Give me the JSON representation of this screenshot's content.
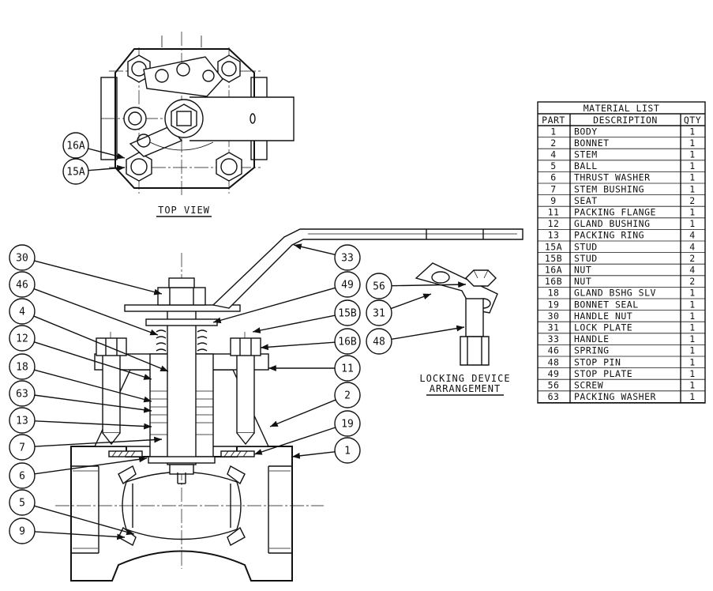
{
  "top_view_label": "TOP VIEW",
  "locking_label_line1": "LOCKING DEVICE",
  "locking_label_line2": "ARRANGEMENT",
  "material_list": {
    "title": "MATERIAL LIST",
    "headers": [
      "PART",
      "DESCRIPTION",
      "QTY"
    ],
    "rows": [
      {
        "part": "1",
        "desc": "BODY",
        "qty": "1"
      },
      {
        "part": "2",
        "desc": "BONNET",
        "qty": "1"
      },
      {
        "part": "4",
        "desc": "STEM",
        "qty": "1"
      },
      {
        "part": "5",
        "desc": "BALL",
        "qty": "1"
      },
      {
        "part": "6",
        "desc": "THRUST WASHER",
        "qty": "1"
      },
      {
        "part": "7",
        "desc": "STEM BUSHING",
        "qty": "1"
      },
      {
        "part": "9",
        "desc": "SEAT",
        "qty": "2"
      },
      {
        "part": "11",
        "desc": "PACKING FLANGE",
        "qty": "1"
      },
      {
        "part": "12",
        "desc": "GLAND BUSHING",
        "qty": "1"
      },
      {
        "part": "13",
        "desc": "PACKING RING",
        "qty": "4"
      },
      {
        "part": "15A",
        "desc": "STUD",
        "qty": "4"
      },
      {
        "part": "15B",
        "desc": "STUD",
        "qty": "2"
      },
      {
        "part": "16A",
        "desc": "NUT",
        "qty": "4"
      },
      {
        "part": "16B",
        "desc": "NUT",
        "qty": "2"
      },
      {
        "part": "18",
        "desc": "GLAND BSHG SLV",
        "qty": "1"
      },
      {
        "part": "19",
        "desc": "BONNET SEAL",
        "qty": "1"
      },
      {
        "part": "30",
        "desc": "HANDLE NUT",
        "qty": "1"
      },
      {
        "part": "31",
        "desc": "LOCK PLATE",
        "qty": "1"
      },
      {
        "part": "33",
        "desc": "HANDLE",
        "qty": "1"
      },
      {
        "part": "46",
        "desc": "SPRING",
        "qty": "1"
      },
      {
        "part": "48",
        "desc": "STOP PIN",
        "qty": "1"
      },
      {
        "part": "49",
        "desc": "STOP PLATE",
        "qty": "1"
      },
      {
        "part": "56",
        "desc": "SCREW",
        "qty": "1"
      },
      {
        "part": "63",
        "desc": "PACKING WASHER",
        "qty": "1"
      }
    ]
  },
  "balloons": {
    "b16A": "16A",
    "b15A": "15A",
    "b30": "30",
    "b46": "46",
    "b4": "4",
    "b12": "12",
    "b18": "18",
    "b63": "63",
    "b13": "13",
    "b7": "7",
    "b6": "6",
    "b5": "5",
    "b9": "9",
    "b33": "33",
    "b49": "49",
    "b15B": "15B",
    "b16B": "16B",
    "b11": "11",
    "b2": "2",
    "b19": "19",
    "b1": "1",
    "b56": "56",
    "b31": "31",
    "b48": "48"
  }
}
